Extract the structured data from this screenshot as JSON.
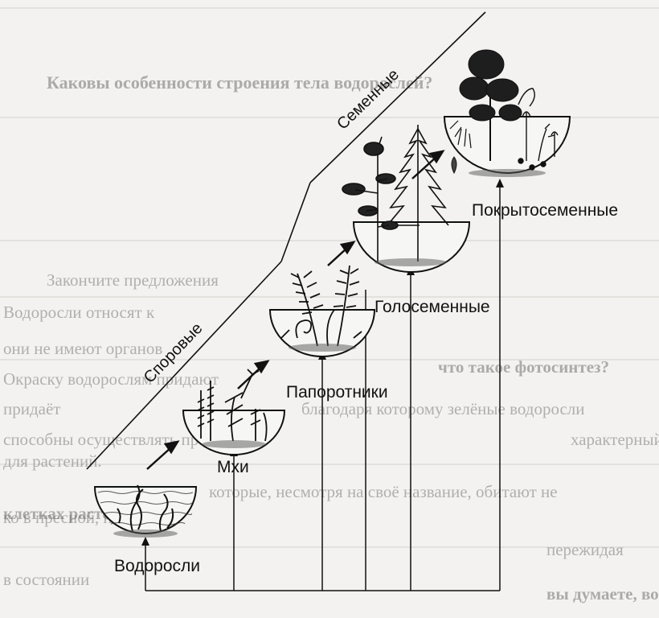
{
  "diagram": {
    "group_spore": "Споровые",
    "group_seed": "Семенные",
    "algae": "Водоросли",
    "mosses": "Мхи",
    "ferns": "Папоротники",
    "gymnosperms": "Голосеменные",
    "angiosperms": "Покрытосеменные"
  },
  "background_text": {
    "line1": "Каковы особенности строения тела водорослей?",
    "line2": "Закончите предложения",
    "line3": "Водоросли относят к",
    "line4": "они не имеют органов",
    "line5": "Окраску водорослям придают",
    "line6": "придаёт",
    "line7": "благодаря которому зелёные водоросли",
    "line8": "способны осуществлять процесс",
    "line9": "характерный",
    "line10": "для растений.",
    "line11": "которые, несмотря на своё название, обитают не",
    "line12": "ко в пресной, но и",
    "line13": "пережидая",
    "line14": "в состоянии",
    "line15": "вы думаете, возможен ли фотосинтез у представителей",
    "line16": "клетках растений?",
    "line17": "что такое фотосинтез?"
  },
  "colors": {
    "ink": "#111111",
    "paper": "#f3f2f0",
    "ghost": "#7a7a7a"
  }
}
